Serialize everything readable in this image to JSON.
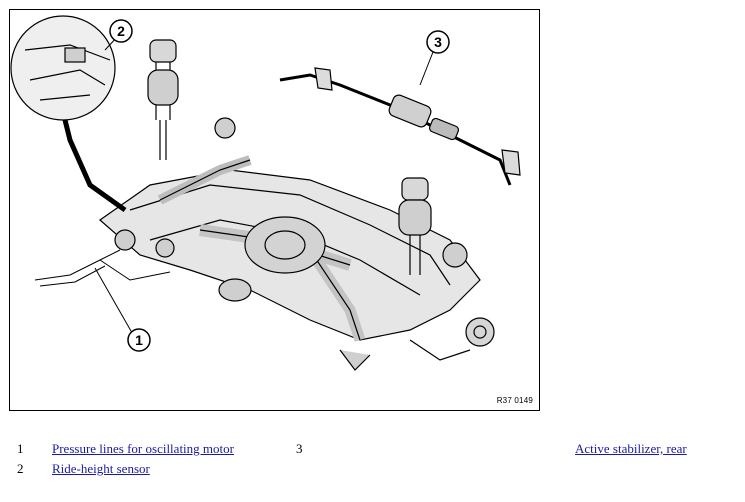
{
  "figure": {
    "reference_code": "R37 0149",
    "callouts": [
      "1",
      "2",
      "3"
    ]
  },
  "legend": [
    {
      "number": "1",
      "label": "Pressure lines for oscillating motor"
    },
    {
      "number": "2",
      "label": "Ride-height sensor"
    },
    {
      "number": "3",
      "label": "Active stabilizer, rear"
    }
  ]
}
